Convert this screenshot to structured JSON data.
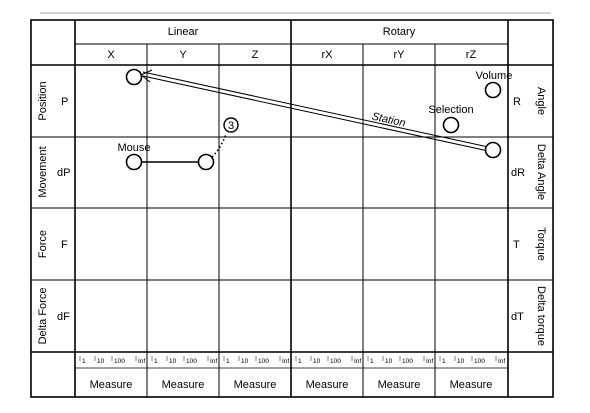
{
  "header": {
    "linear_label": "Linear",
    "rotary_label": "Rotary",
    "columns": [
      "X",
      "Y",
      "Z",
      "rX",
      "rY",
      "rZ"
    ]
  },
  "rows": {
    "left_groups": [
      "Position",
      "Movement",
      "Force",
      "Delta Force"
    ],
    "left_codes": [
      "P",
      "dP",
      "F",
      "dF"
    ],
    "right_codes": [
      "R",
      "dR",
      "T",
      "dT"
    ],
    "right_groups": [
      "Angle",
      "Delta Angle",
      "Torque",
      "Delta torque"
    ]
  },
  "measure": {
    "ticks": [
      "1",
      "10",
      "100",
      "Inf"
    ],
    "label": "Measure"
  },
  "annotations": {
    "mouse": "Mouse",
    "station": "Station",
    "selection": "Selection",
    "volume": "Volume",
    "badge": "3"
  }
}
